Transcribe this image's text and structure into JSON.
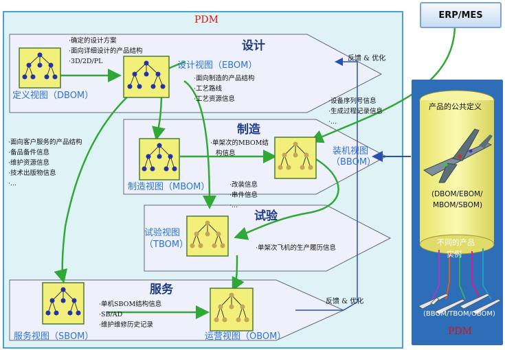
{
  "pdm_label": "PDM",
  "erp_label": "ERP/MES",
  "stages": {
    "design": "设计",
    "manufacturing": "制造",
    "test": "试验",
    "service": "服务"
  },
  "views": {
    "dbom": "定义视图（DBOM）",
    "ebom": "设计视图（EBOM）",
    "mbom": "制造视图（MBOM）",
    "bbom_line1": "装机视图",
    "bbom_line2": "（BBOM）",
    "tbom_line1": "试验视图",
    "tbom_line2": "（TBOM）",
    "sbom": "服务视图（SBOM）",
    "obom": "运营视图（OBOM）"
  },
  "design_notes": [
    "·确定的设计方案",
    "·面向详细设计的产品结构",
    "·3D/2D/PL"
  ],
  "ebom_notes": [
    "·面向制造的产品结构",
    "·工艺路线",
    "·工艺资源信息"
  ],
  "bbom_notes": [
    "·设备序列号信息",
    "·生成过程记录信息",
    "·..."
  ],
  "service_customer_notes": [
    "·面向客户服务的产品结构",
    "·备品备件信息",
    "·维护资源信息",
    "·技术出版物信息",
    "·..."
  ],
  "mbom_notes": [
    "·单架次的MBOM结",
    "构信息"
  ],
  "change_notes": [
    "·改装信息",
    "·串件信息",
    "·..."
  ],
  "test_notes": [
    "·单架次飞机的生产履历信息"
  ],
  "sbom_notes": [
    "·单机SBOM结构信息",
    "·SB/AD",
    "·维护维修历史记录"
  ],
  "feedback_top": "反馈 & 优化",
  "feedback_bottom": "反馈 & 优化",
  "right_panel": {
    "cylinder_title": "产品的公共定义",
    "cylinder_bom_line1": "(DBOM/EBOM/",
    "cylinder_bom_line2": "MBOM/SBOM)",
    "instances_line1": "不同的产品",
    "instances_line2": "实例",
    "instances_bom": "(BBOM/TBOM/OBOM)",
    "pdm_label": "PDM"
  },
  "colors": {
    "frame_border": "#4a9fd0",
    "frame_fill": "#dff3f7",
    "stage_fill": "#eef1fb",
    "arrow_green": "#2fa836",
    "arrow_blue": "#2a4fb0",
    "panel_blue": "#2e6db8",
    "tree_fill": "#f2f07a",
    "node_blue": "#2233aa",
    "title_red": "#dd1111"
  }
}
